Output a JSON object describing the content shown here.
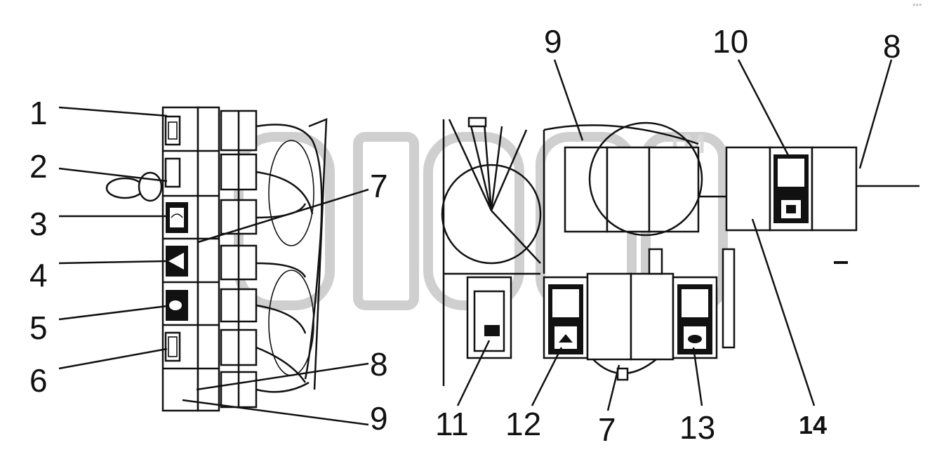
{
  "labels": {
    "left": [
      "1",
      "2",
      "3",
      "4",
      "5",
      "6",
      "7",
      "8",
      "9"
    ],
    "right": [
      "9",
      "10",
      "8",
      "11",
      "12",
      "7",
      "13",
      "14"
    ]
  },
  "watermark": {
    "mark": "TM"
  },
  "corner_mark": "°°°"
}
